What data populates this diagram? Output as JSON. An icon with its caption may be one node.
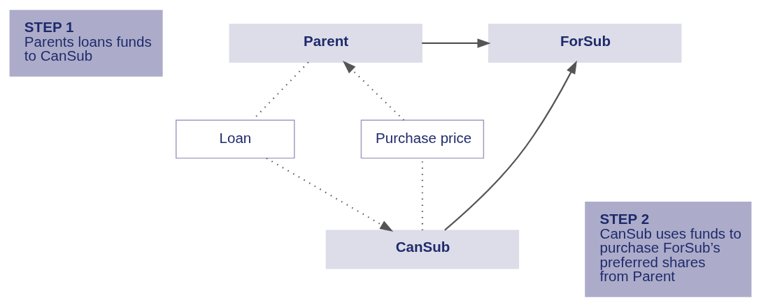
{
  "diagram": {
    "nodes": [
      {
        "text": [
          "STEP 1",
          "Parents loans funds to CanSub"
        ]
      },
      {
        "text": [
          "Parent"
        ]
      },
      {
        "text": [
          "ForSub"
        ]
      },
      {
        "text": [
          "Purchase price"
        ]
      },
      {
        "text": [
          "Loan"
        ]
      },
      {
        "text": [
          "CanSub"
        ]
      },
      {
        "text": [
          "STEP 2",
          "CanSub uses funds to purchase ForSub’s preferred shares from Parent"
        ]
      }
    ],
    "edges": [
      {
        "from": 1,
        "to": 2,
        "arrow": "to"
      },
      {
        "from": 5,
        "to": 2,
        "arrow": "to"
      },
      {
        "from": 1,
        "to": 4,
        "arrow": "none",
        "style": "dashed"
      },
      {
        "from": 4,
        "to": 5,
        "arrow": "to",
        "style": "dashed"
      },
      {
        "from": 5,
        "to": 3,
        "arrow": "none",
        "style": "dashed"
      },
      {
        "from": 3,
        "to": 1,
        "arrow": "to",
        "style": "dashed"
      }
    ]
  }
}
